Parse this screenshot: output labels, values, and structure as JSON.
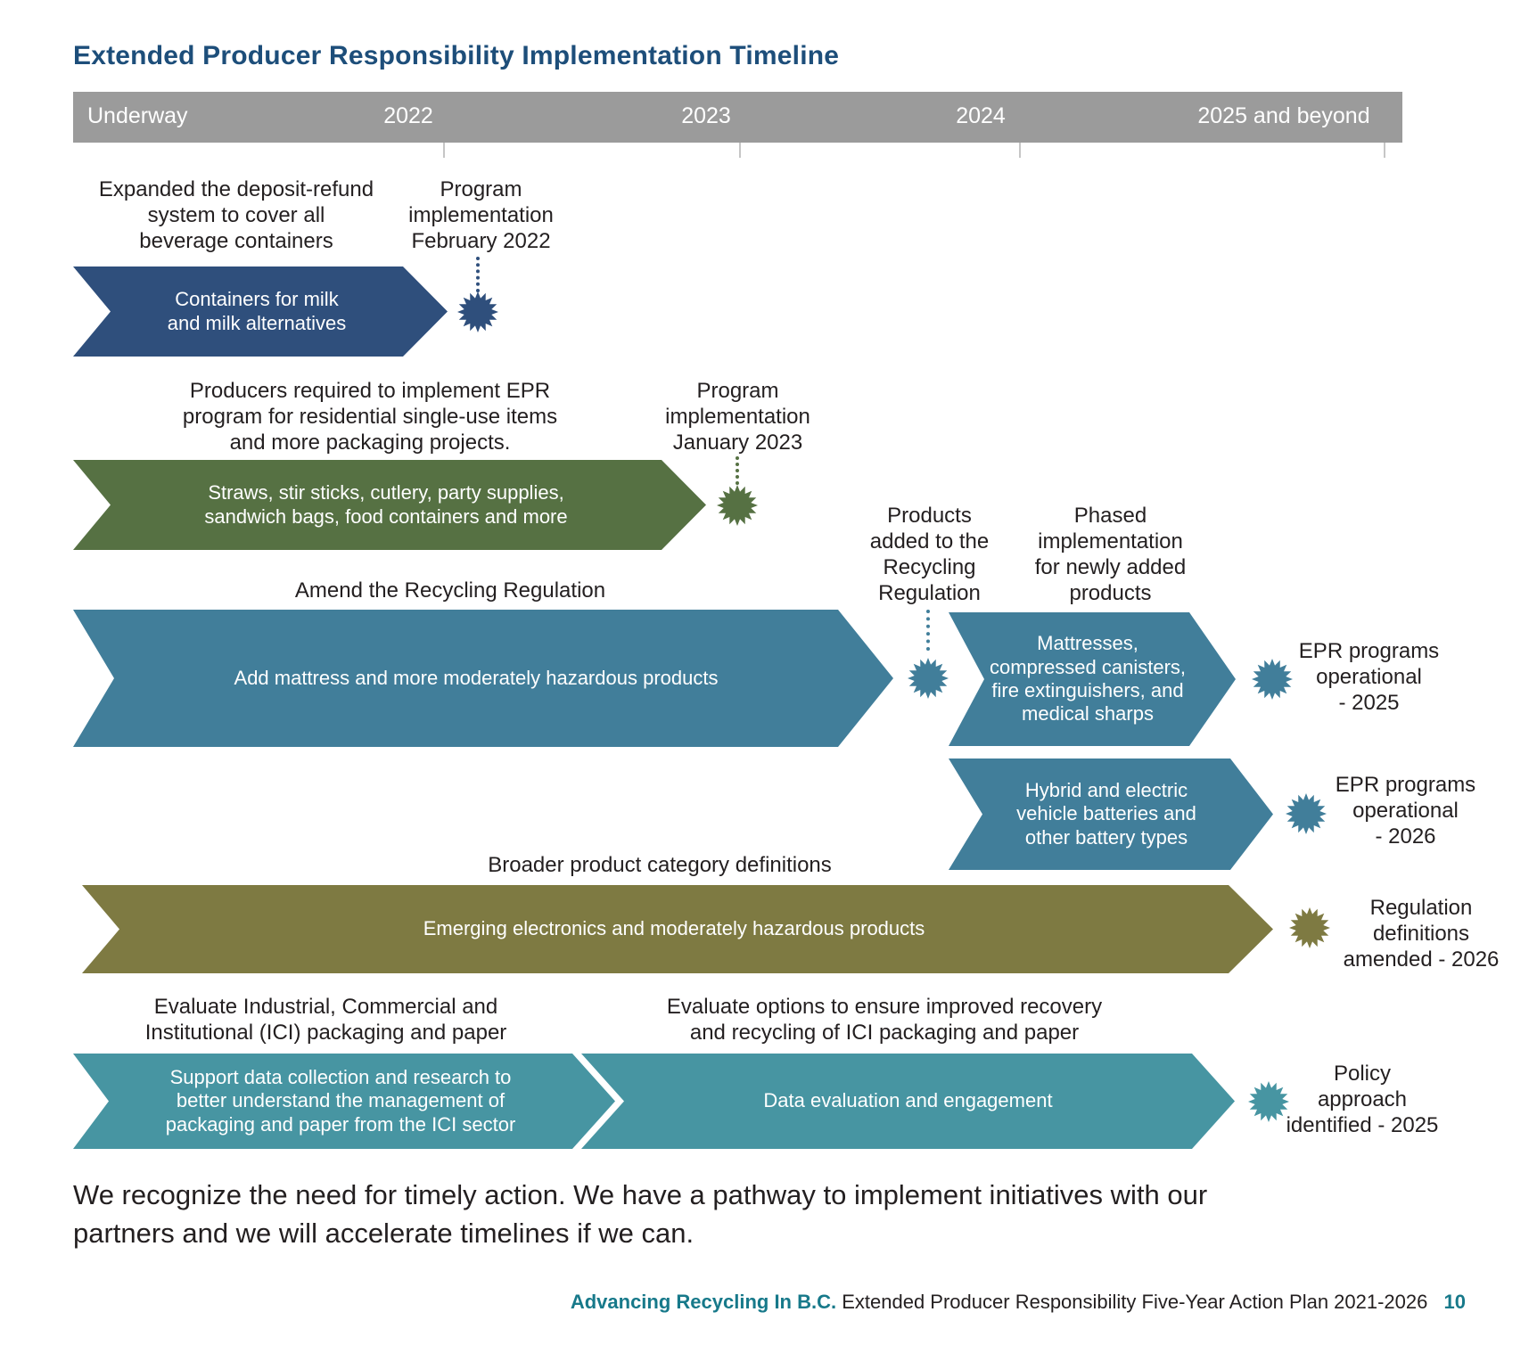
{
  "page": {
    "title": "Extended Producer Responsibility Implementation Timeline",
    "closing_text": "We recognize the need for timely action. We have a pathway to implement initiatives with our\npartners and we will accelerate timelines if we can.",
    "footer": {
      "brand": "Advancing Recycling In B.C.",
      "document": "Extended Producer Responsibility Five-Year Action Plan 2021-2026",
      "page_number": "10"
    }
  },
  "colors": {
    "title_blue": "#1d4e7a",
    "header_gray": "#9b9b9b",
    "dark_blue_arrow": "#2f4f7c",
    "green_arrow": "#567143",
    "teal_arrow": "#417e9a",
    "light_teal_arrow": "#4795a2",
    "olive_arrow": "#7e7a42",
    "footer_teal": "#17798a",
    "text_dark": "#231f20"
  },
  "timeline": {
    "columns": [
      "Underway",
      "2022",
      "2023",
      "2024",
      "2025 and beyond"
    ],
    "row1": {
      "note_action": "Expanded the deposit-refund\nsystem to cover all\nbeverage containers",
      "note_milestone": "Program\nimplementation\nFebruary 2022",
      "arrow_label": "Containers for milk\nand milk alternatives"
    },
    "row2": {
      "note_action": "Producers required to implement EPR\nprogram for residential single-use items\nand more packaging projects.",
      "note_milestone": "Program\nimplementation\nJanuary 2023",
      "arrow_label": "Straws, stir sticks, cutlery, party supplies,\nsandwich bags, food containers and more"
    },
    "row3": {
      "note_action": "Amend the Recycling Regulation",
      "note_added": "Products\nadded to the\nRecycling\nRegulation",
      "note_phased": "Phased\nimplementation\nfor newly added\nproducts",
      "arrow_main_label": "Add mattress and more moderately hazardous products",
      "arrow_phase_label": "Mattresses,\ncompressed canisters,\nfire extinguishers, and\nmedical sharps",
      "outcome": "EPR programs\noperational\n- 2025"
    },
    "row4": {
      "arrow_label": "Hybrid and electric\nvehicle batteries and\nother battery types",
      "outcome": "EPR programs\noperational\n- 2026"
    },
    "row5": {
      "note_action": "Broader product category definitions",
      "arrow_label": "Emerging electronics and moderately hazardous products",
      "outcome": "Regulation\ndefinitions\namended - 2026"
    },
    "row6": {
      "note_action_left": "Evaluate Industrial, Commercial and\nInstitutional (ICI) packaging and paper",
      "note_action_right": "Evaluate options to ensure improved recovery\nand recycling of ICI packaging and paper",
      "arrow_support_label": "Support data collection and research to\nbetter understand the management of\npackaging and paper from the ICI sector",
      "arrow_evaluation_label": "Data evaluation and engagement",
      "outcome": "Policy\napproach\nidentified - 2025"
    }
  }
}
